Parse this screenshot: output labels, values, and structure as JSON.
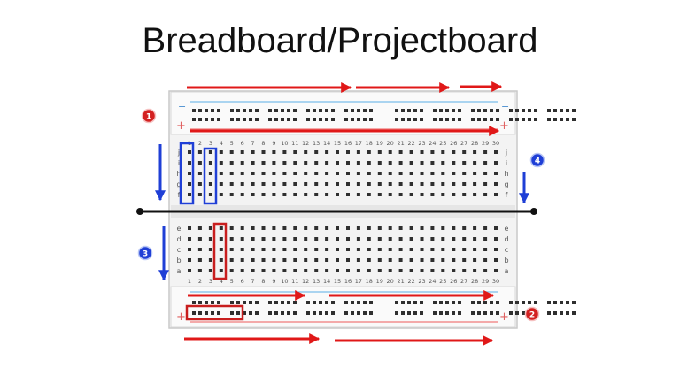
{
  "title": "Breadboard/Projectboard",
  "board": {
    "columns": 30,
    "top_rows": [
      "j",
      "i",
      "h",
      "g",
      "f"
    ],
    "bottom_rows": [
      "e",
      "d",
      "c",
      "b",
      "a"
    ],
    "rail_minus": "−",
    "rail_plus": "+"
  },
  "callouts": [
    {
      "label": "1",
      "color": "#d32020"
    },
    {
      "label": "2",
      "color": "#d32020"
    },
    {
      "label": "3",
      "color": "#1f3fd6"
    },
    {
      "label": "4",
      "color": "#1f3fd6"
    }
  ],
  "colors": {
    "arrow_red": "#e01818",
    "arrow_blue": "#1f3fd6",
    "highlight_red": "#c81e1e",
    "highlight_blue": "#1f3fd6",
    "rail_blue": "#8fc7ec",
    "rail_red": "#f07a7a",
    "hole": "#2f2f2f",
    "board": "#f3f3f3"
  }
}
